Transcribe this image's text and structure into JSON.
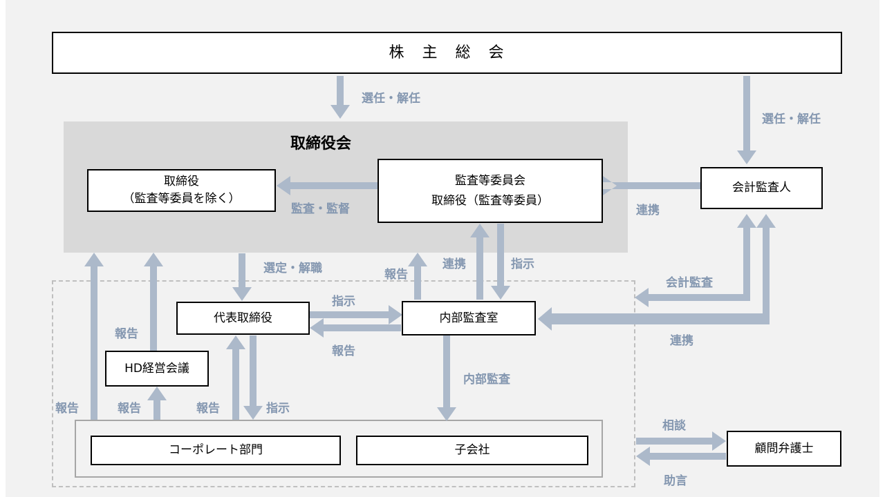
{
  "nodes": {
    "shareholders": "株　主　総　会",
    "board_title": "取締役会",
    "directors_line1": "取締役",
    "directors_line2": "（監査等委員を除く）",
    "audit_committee_line1": "監査等委員会",
    "audit_committee_line2": "取締役（監査等委員）",
    "accounting_auditor": "会計監査人",
    "representative_director": "代表取締役",
    "internal_audit_office": "内部監査室",
    "hd_meeting": "HD経営会議",
    "corporate_dept": "コーポレート部門",
    "subsidiaries": "子会社",
    "legal_advisor": "顧問弁護士"
  },
  "labels": {
    "appoint_dismiss_board": "選任・解任",
    "appoint_dismiss_auditor": "選任・解任",
    "audit_supervision": "監査・監督",
    "cooperation_auditor": "連携",
    "select_dismiss": "選定・解職",
    "report_board": "報告",
    "cooperation_ac": "連携",
    "instruction_ac": "指示",
    "accounting_audit": "会計監査",
    "cooperation_internal": "連携",
    "instruction_rep": "指示",
    "report_rep": "報告",
    "report_hd": "報告",
    "report_left": "報告",
    "report_corp_hd": "報告",
    "report_corp_rep": "報告",
    "instruction_corp": "指示",
    "internal_audit": "内部監査",
    "consultation": "相談",
    "advice": "助言"
  },
  "colors": {
    "arrow": "#acb9ca",
    "label": "#8497b0",
    "board_bg": "#d9d9d9",
    "page_bg": "#f2f2f2"
  }
}
